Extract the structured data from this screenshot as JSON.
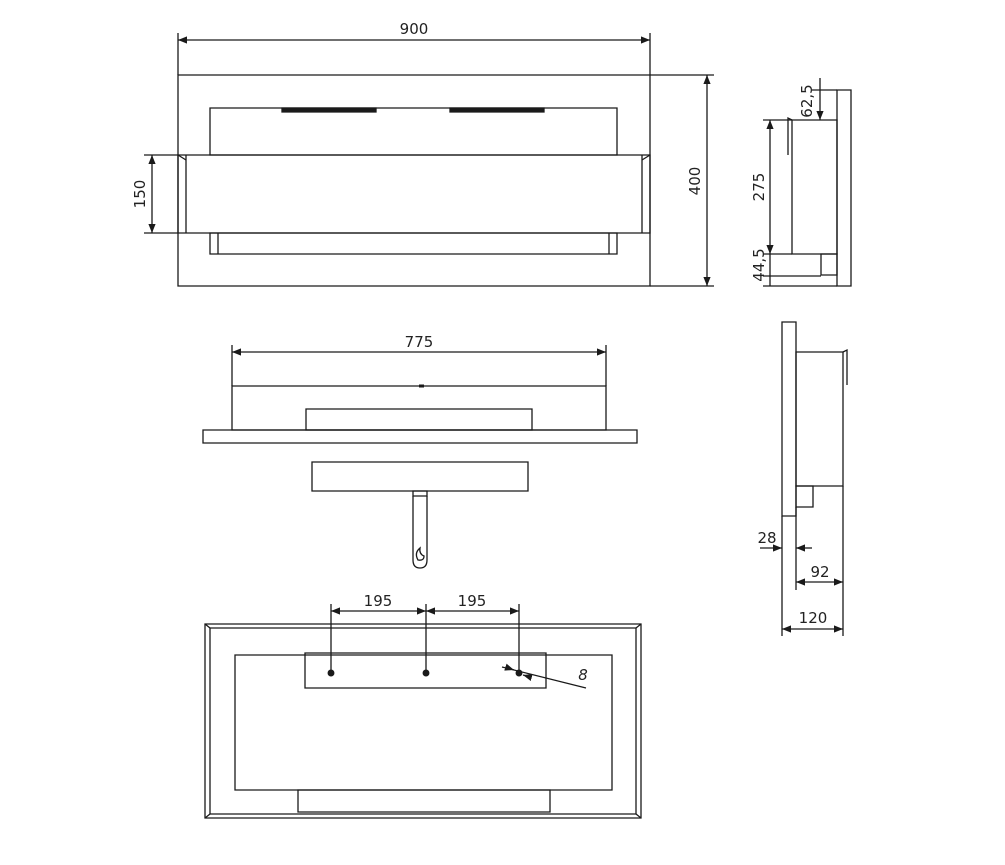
{
  "colors": {
    "line": "#1a1a1a",
    "background": "#ffffff"
  },
  "front_view": {
    "width_label": "900",
    "height_label": "400",
    "opening_label": "150"
  },
  "side_view_top": {
    "top_offset_label": "62,5",
    "body_height_label": "275",
    "bottom_offset_label": "44,5"
  },
  "top_view": {
    "width_label": "775"
  },
  "side_view_bottom": {
    "plate_label": "28",
    "body_depth_label": "92",
    "total_depth_label": "120"
  },
  "rear_view": {
    "spacing_left_label": "195",
    "spacing_right_label": "195",
    "hole_label": "8"
  }
}
